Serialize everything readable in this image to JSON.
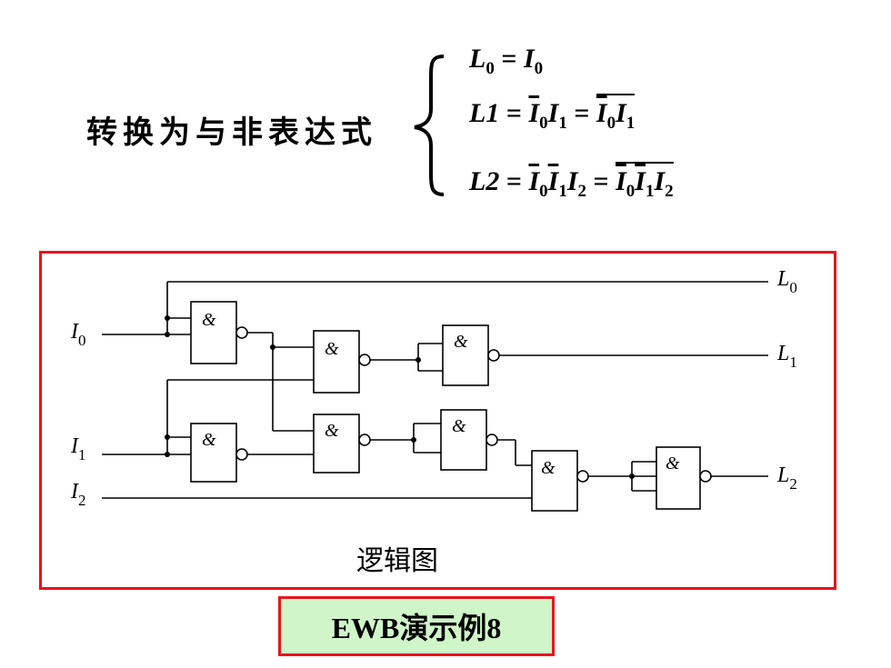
{
  "heading": "转换为与非表达式",
  "equations": {
    "l0": {
      "lhs": "L",
      "lhs_sub": "0",
      "rhs": "I",
      "rhs_sub": "0"
    },
    "l1": {
      "lhs": "L1",
      "mid1": "I",
      "mid1_sub": "0",
      "mid2": "I",
      "mid2_sub": "1"
    },
    "l2": {
      "lhs": "L2"
    }
  },
  "diagram": {
    "gate_symbol": "&",
    "inputs": [
      {
        "label": "I",
        "sub": "0"
      },
      {
        "label": "I",
        "sub": "1"
      },
      {
        "label": "I",
        "sub": "2"
      }
    ],
    "outputs": [
      {
        "label": "L",
        "sub": "0"
      },
      {
        "label": "L",
        "sub": "1"
      },
      {
        "label": "L",
        "sub": "2"
      }
    ],
    "caption": "逻辑图"
  },
  "demo_button": "EWB演示例8",
  "colors": {
    "frame": "#e8141b",
    "button_bg": "#cff5c9"
  }
}
